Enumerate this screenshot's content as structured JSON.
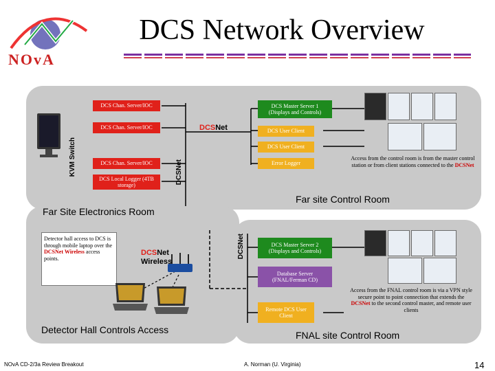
{
  "title": "DCS Network Overview",
  "logo": {
    "letters": "NOvA"
  },
  "far_site_electronics": {
    "label": "Far Site Electronics Room",
    "kvm_label": "KVM Switch",
    "dcsnet_vertical": "DCSNet",
    "boxes": [
      "DCS Chan. Server/IOC",
      "DCS Chan. Server/IOC",
      "DCS Chan. Server/IOC",
      "DCS Local Logger (4TB storage)"
    ]
  },
  "far_site_control": {
    "label": "Far site Control Room",
    "dcsnet_label_prefix": "DCS",
    "dcsnet_label_suffix": "Net",
    "master_server": "DCS Master Server 1 (Displays and Controls)",
    "user_clients": [
      "DCS User Client",
      "DCS User Client"
    ],
    "error_logger": "Error Logger",
    "note_pre": "Access from the control room is from the master control station or from client stations connected to the ",
    "note_em": "DCSNet"
  },
  "detector_hall": {
    "label": "Detector Hall Controls Access",
    "note_pre": "Detector hall access to DCS is through mobile laptop over the ",
    "note_em": "DCSNet Wireless",
    "note_post": " access points.",
    "wireless_prefix": "DCS",
    "wireless_suffix": "Net Wireless"
  },
  "fnal_site": {
    "label": "FNAL site Control Room",
    "dcsnet_vertical": "DCSNet",
    "master_server": "DCS Master Server 2 (Displays and Controls)",
    "database_server": "Database Server (FNAL/Ferman CD)",
    "remote_client": "Remote DCS User Client",
    "note_pre": "Access from the FNAL control room is via a VPN style secure point to point connection that extends the ",
    "note_em": "DCSNet",
    "note_post": " to the second control master, and remote user clients"
  },
  "footer": {
    "left": "NOvA CD-2/3a Review Breakout",
    "center": "A. Norman (U. Virginia)",
    "page": "14"
  }
}
